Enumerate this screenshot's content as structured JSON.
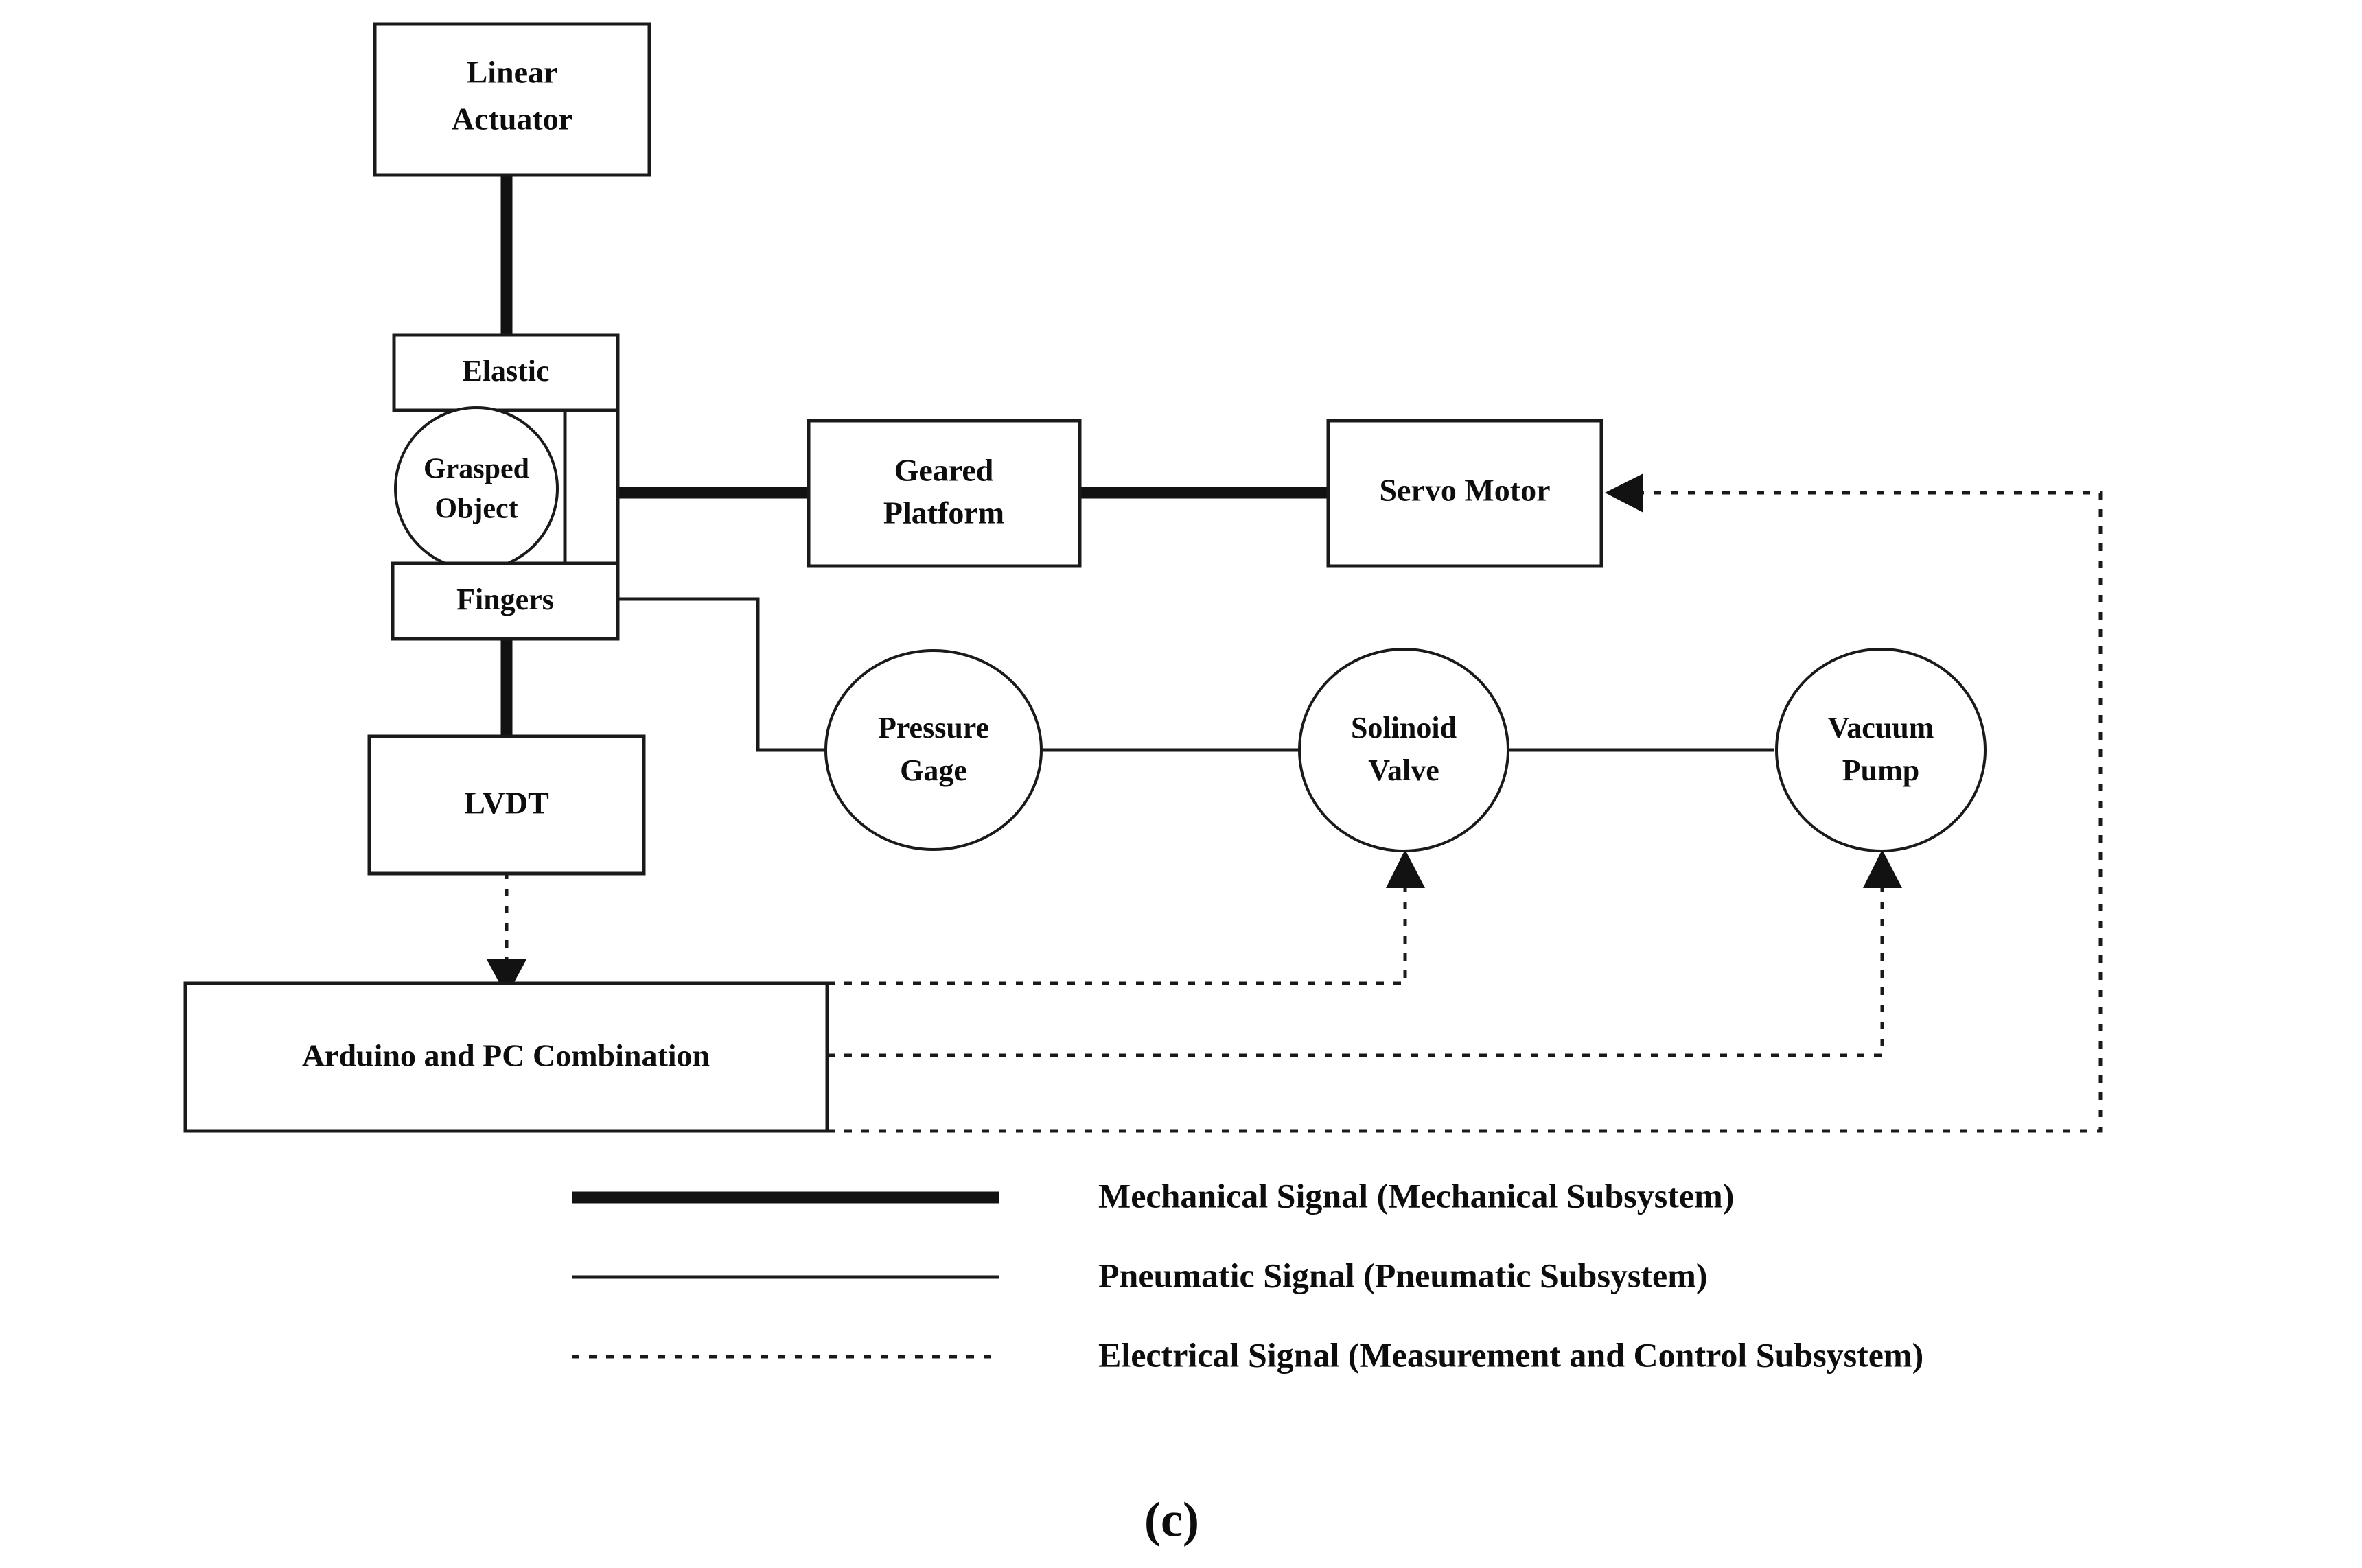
{
  "figure": {
    "caption": "(c)",
    "nodes": {
      "linear_actuator": "Linear\nActuator",
      "linear_actuator_line1": "Linear",
      "linear_actuator_line2": "Actuator",
      "elastic": "Elastic",
      "grasped_object_line1": "Grasped",
      "grasped_object_line2": "Object",
      "fingers": "Fingers",
      "lvdt": "LVDT",
      "geared_platform_line1": "Geared",
      "geared_platform_line2": "Platform",
      "servo_motor": "Servo Motor",
      "pressure_gage_line1": "Pressure",
      "pressure_gage_line2": "Gage",
      "solinoid_valve_line1": "Solinoid",
      "solinoid_valve_line2": "Valve",
      "vacuum_pump_line1": "Vacuum",
      "vacuum_pump_line2": "Pump",
      "arduino_pc": "Arduino and PC Combination"
    },
    "legend": {
      "items": [
        {
          "style": "mechanical",
          "label": "Mechanical Signal (Mechanical Subsystem)"
        },
        {
          "style": "pneumatic",
          "label": "Pneumatic Signal (Pneumatic Subsystem)"
        },
        {
          "style": "electrical",
          "label": "Electrical Signal (Measurement and Control Subsystem)"
        }
      ]
    },
    "colors": {
      "stroke": "#1a1a1a",
      "text": "#0d0d0d",
      "background": "#ffffff"
    }
  }
}
